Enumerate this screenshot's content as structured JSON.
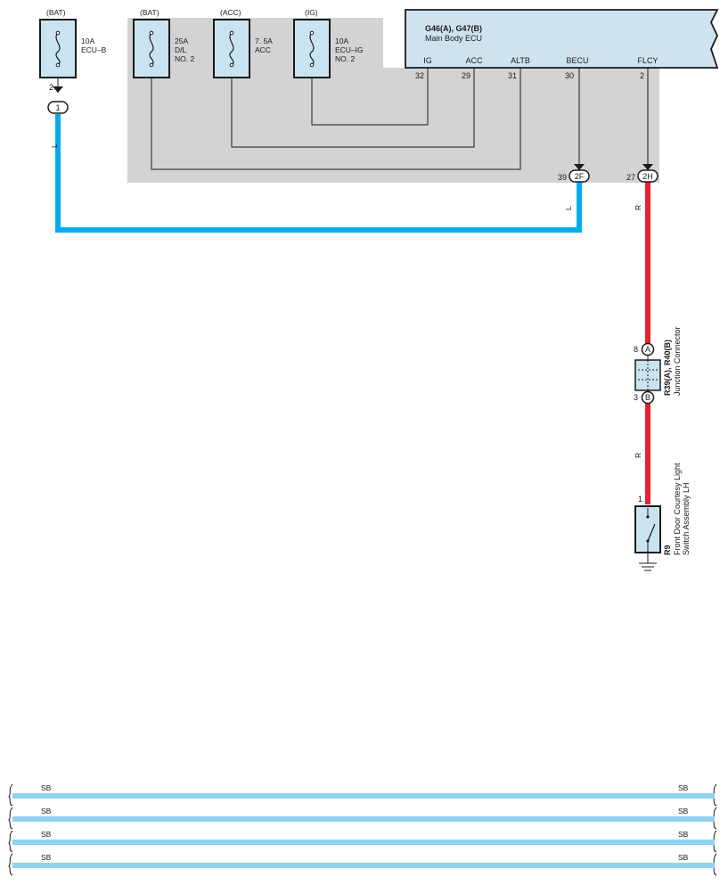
{
  "colors": {
    "grey_area": "#d3d3d3",
    "ecu_fill": "#cfe3ef",
    "fuse_fill": "#c9e3f1",
    "wire_blue": "#00aeef",
    "wire_red": "#e8212b",
    "wire_sb": "#8fd3f0"
  },
  "fuses": [
    {
      "source": "(BAT)",
      "line1": "10A",
      "line2": "ECU–B",
      "line3": ""
    },
    {
      "source": "(BAT)",
      "line1": "25A",
      "line2": "D/L",
      "line3": "NO. 2"
    },
    {
      "source": "(ACC)",
      "line1": "7. 5A",
      "line2": "ACC",
      "line3": ""
    },
    {
      "source": "(IG)",
      "line1": "10A",
      "line2": "ECU–IG",
      "line3": "NO. 2"
    }
  ],
  "ecu": {
    "code": "G46(A), G47(B)",
    "name": "Main Body ECU",
    "terminals": [
      {
        "label": "IG",
        "pin": "32"
      },
      {
        "label": "ACC",
        "pin": "29"
      },
      {
        "label": "ALTB",
        "pin": "31"
      },
      {
        "label": "BECU",
        "pin": "30"
      },
      {
        "label": "FLCY",
        "pin": "2"
      }
    ]
  },
  "connectors": {
    "fuse_pin": "2",
    "c1": "1",
    "c2f": "2F",
    "c2f_pin": "39",
    "c2h": "2H",
    "c2h_pin": "27",
    "jA": "A",
    "jA_pin": "8",
    "jB": "B",
    "jB_pin": "3",
    "sw_pin": "1"
  },
  "wire_colors": {
    "blue_left": "L",
    "blue_right": "L",
    "red_top": "R",
    "red_mid": "R"
  },
  "junction": {
    "code": "R39(A), R40(B)",
    "name": "Junction Connector"
  },
  "switch": {
    "code": "R9",
    "name_line1": "Front Door Courtesy Light",
    "name_line2": "Switch Assembly LH"
  },
  "sb_lines": [
    {
      "left": "SB",
      "right": "SB"
    },
    {
      "left": "SB",
      "right": "SB"
    },
    {
      "left": "SB",
      "right": "SB"
    },
    {
      "left": "SB",
      "right": "SB"
    }
  ]
}
